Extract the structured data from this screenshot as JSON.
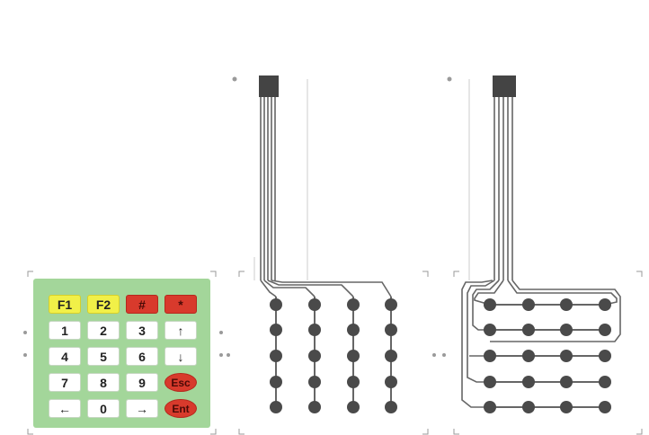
{
  "keypad": {
    "rows": [
      [
        {
          "label": "F1",
          "style": "yellow",
          "name": "key-f1"
        },
        {
          "label": "F2",
          "style": "yellow",
          "name": "key-f2"
        },
        {
          "label": "#",
          "style": "red",
          "name": "key-hash"
        },
        {
          "label": "*",
          "style": "red",
          "name": "key-star"
        }
      ],
      [
        {
          "label": "1",
          "style": "white",
          "name": "key-1"
        },
        {
          "label": "2",
          "style": "white",
          "name": "key-2"
        },
        {
          "label": "3",
          "style": "white",
          "name": "key-3"
        },
        {
          "label": "↑",
          "style": "white",
          "name": "key-up-arrow"
        }
      ],
      [
        {
          "label": "4",
          "style": "white",
          "name": "key-4"
        },
        {
          "label": "5",
          "style": "white",
          "name": "key-5"
        },
        {
          "label": "6",
          "style": "white",
          "name": "key-6"
        },
        {
          "label": "↓",
          "style": "white",
          "name": "key-down-arrow"
        }
      ],
      [
        {
          "label": "7",
          "style": "white",
          "name": "key-7"
        },
        {
          "label": "8",
          "style": "white",
          "name": "key-8"
        },
        {
          "label": "9",
          "style": "white",
          "name": "key-9"
        },
        {
          "label": "Esc",
          "style": "oval",
          "name": "key-esc"
        }
      ],
      [
        {
          "label": "←",
          "style": "white",
          "name": "key-left-arrow"
        },
        {
          "label": "0",
          "style": "white",
          "name": "key-0"
        },
        {
          "label": "→",
          "style": "white",
          "name": "key-right-arrow"
        },
        {
          "label": "Ent",
          "style": "oval",
          "name": "key-ent"
        }
      ]
    ]
  },
  "colors": {
    "panel_green": "#a3d69a",
    "key_yellow": "#f1f048",
    "key_red": "#d83a2c",
    "trace": "#555555",
    "node": "#4a4a4a"
  },
  "grid": {
    "rows": 5,
    "cols": 4
  }
}
